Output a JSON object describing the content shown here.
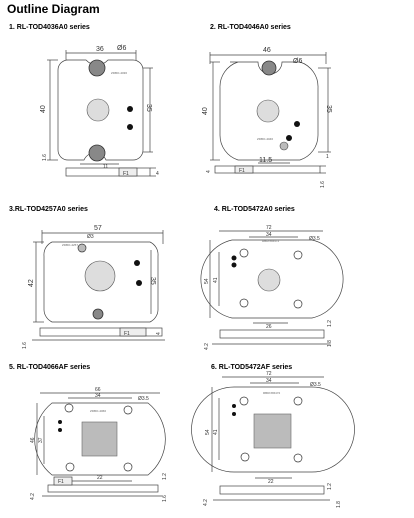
{
  "title": "Outline Diagram",
  "panels": [
    {
      "caption": "1. RL-TOD4036A0 series",
      "dims": {
        "width": "36",
        "hole": "Ø6",
        "height": "35",
        "height_outer": "40",
        "gap": "1.6",
        "bottom": "11",
        "thick": "4"
      },
      "side_label": "F1"
    },
    {
      "caption": "2. RL-TOD4046A0 series",
      "dims": {
        "width": "46",
        "hole": "Ø6",
        "height": "35",
        "height_outer": "40",
        "gap": "11.5",
        "gap_small": "1",
        "thick": "4",
        "side": "1.6"
      },
      "side_label": "F1"
    },
    {
      "caption": "3.RL-TOD4257A0 series",
      "dims": {
        "width": "57",
        "hole": "Ø3",
        "height": "42",
        "height_inner": "35",
        "thick": "4",
        "side": "1.6"
      },
      "side_label": "F1"
    },
    {
      "caption": "4. RL-TOD5472A0 series",
      "dims": {
        "width": "72",
        "width_inner": "34",
        "hole": "Ø3.5",
        "height": "54",
        "height_inner": "41",
        "bottom": "26",
        "thick": "4.2",
        "side": "1.2",
        "side2": "1.8"
      },
      "side_label": ""
    },
    {
      "caption": "5. RL-TOD4066AF series",
      "dims": {
        "width": "66",
        "width_inner": "34",
        "hole": "Ø3.5",
        "height": "46",
        "height_inner": "37",
        "bottom": "22",
        "thick": "4.2",
        "side": "1.2",
        "side2": "1.6"
      },
      "side_label": "F1"
    },
    {
      "caption": "6. RL-TOD5472AF series",
      "dims": {
        "width": "72",
        "width_inner": "34",
        "hole": "Ø3.5",
        "height": "54",
        "height_inner": "41",
        "bottom": "22",
        "thick": "4.2",
        "side": "1.2",
        "side2": "1.8"
      },
      "side_label": ""
    }
  ]
}
